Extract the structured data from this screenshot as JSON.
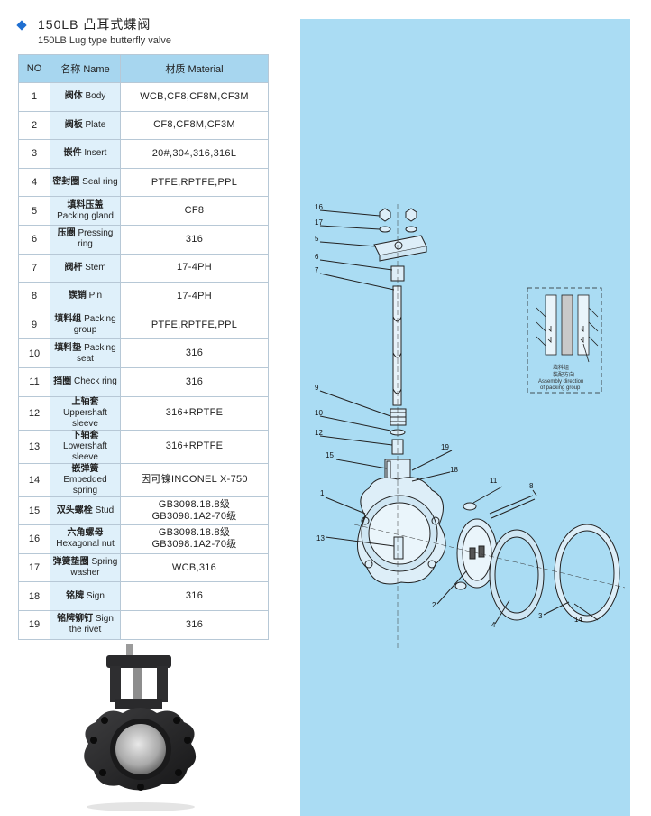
{
  "header": {
    "title_cn": "150LB 凸耳式蝶阀",
    "title_en": "150LB Lug type butterfly valve"
  },
  "table": {
    "headers": {
      "no": "NO",
      "name": "名称 Name",
      "material": "材质 Material"
    },
    "rows": [
      {
        "no": "1",
        "cn": "阀体",
        "en": "Body",
        "material": "WCB,CF8,CF8M,CF3M",
        "material2": ""
      },
      {
        "no": "2",
        "cn": "阀板",
        "en": "Plate",
        "material": "CF8,CF8M,CF3M",
        "material2": ""
      },
      {
        "no": "3",
        "cn": "嵌件",
        "en": "Insert",
        "material": "20#,304,316,316L",
        "material2": ""
      },
      {
        "no": "4",
        "cn": "密封圈",
        "en": "Seal ring",
        "material": "PTFE,RPTFE,PPL",
        "material2": ""
      },
      {
        "no": "5",
        "cn": "填料压盖",
        "en": "Packing gland",
        "material": "CF8",
        "material2": ""
      },
      {
        "no": "6",
        "cn": "压圈",
        "en": "Pressing ring",
        "material": "316",
        "material2": ""
      },
      {
        "no": "7",
        "cn": "阀杆",
        "en": "Stem",
        "material": "17-4PH",
        "material2": ""
      },
      {
        "no": "8",
        "cn": "锲销",
        "en": "Pin",
        "material": "17-4PH",
        "material2": ""
      },
      {
        "no": "9",
        "cn": "填料组",
        "en": "Packing group",
        "material": "PTFE,RPTFE,PPL",
        "material2": ""
      },
      {
        "no": "10",
        "cn": "填料垫",
        "en": "Packing seat",
        "material": "316",
        "material2": ""
      },
      {
        "no": "11",
        "cn": "挡圈",
        "en": "Check ring",
        "material": "316",
        "material2": ""
      },
      {
        "no": "12",
        "cn": "上轴套",
        "en": "Uppershaft sleeve",
        "material": "316+RPTFE",
        "material2": ""
      },
      {
        "no": "13",
        "cn": "下轴套",
        "en": "Lowershaft sleeve",
        "material": "316+RPTFE",
        "material2": ""
      },
      {
        "no": "14",
        "cn": "嵌弹簧",
        "en": "Embedded spring",
        "material": "因可镍INCONEL X-750",
        "material2": ""
      },
      {
        "no": "15",
        "cn": "双头螺栓",
        "en": "Stud",
        "material": "GB3098.18.8级",
        "material2": "GB3098.1A2-70级"
      },
      {
        "no": "16",
        "cn": "六角螺母",
        "en": "Hexagonal nut",
        "material": "GB3098.18.8级",
        "material2": "GB3098.1A2-70级"
      },
      {
        "no": "17",
        "cn": "弹簧垫圈",
        "en": "Spring washer",
        "material": "WCB,316",
        "material2": ""
      },
      {
        "no": "18",
        "cn": "铭牌",
        "en": "Sign",
        "material": "316",
        "material2": ""
      },
      {
        "no": "19",
        "cn": "铭牌铆钉",
        "en": "Sign the rivet",
        "material": "316",
        "material2": ""
      }
    ]
  },
  "diagram": {
    "callouts": [
      "16",
      "17",
      "5",
      "6",
      "7",
      "9",
      "10",
      "12",
      "15",
      "19",
      "18",
      "11",
      "8",
      "1",
      "13",
      "2",
      "4",
      "3",
      "14"
    ],
    "inset_cn1": "填料组",
    "inset_cn2": "装配方向",
    "inset_en1": "Assembly direction",
    "inset_en2": "of packing group"
  },
  "colors": {
    "panel": "#aadcf3",
    "header": "#a7d6ef",
    "name_col": "#dff0fa",
    "bullet": "#1f6fd1"
  }
}
